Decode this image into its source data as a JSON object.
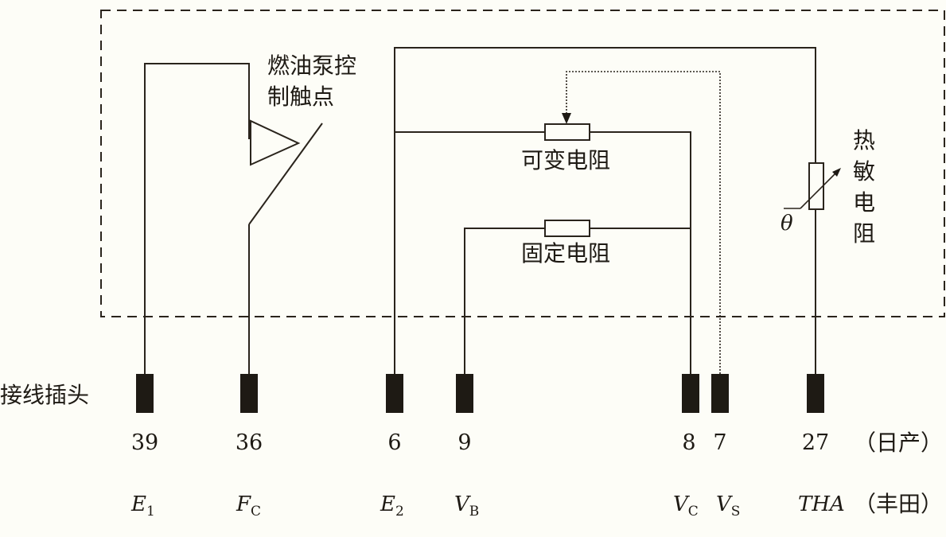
{
  "labels": {
    "fuel_pump_contact_line1": "燃油泵控",
    "fuel_pump_contact_line2": "制触点",
    "variable_resistor": "可变电阻",
    "fixed_resistor": "固定电阻",
    "thermistor_chars": [
      "热",
      "敏",
      "电",
      "阻"
    ],
    "theta": "θ",
    "connector": "接线插头"
  },
  "pins": [
    {
      "number": "39",
      "name": "E",
      "sub": "1"
    },
    {
      "number": "36",
      "name": "F",
      "sub": "C"
    },
    {
      "number": "6",
      "name": "E",
      "sub": "2"
    },
    {
      "number": "9",
      "name": "V",
      "sub": "B"
    },
    {
      "number": "8",
      "name": "V",
      "sub": "C"
    },
    {
      "number": "7",
      "name": "V",
      "sub": "S"
    },
    {
      "number": "27",
      "name": "THA",
      "sub": ""
    }
  ],
  "row_labels": {
    "numbering": "（日产）",
    "naming": "（丰田）"
  }
}
